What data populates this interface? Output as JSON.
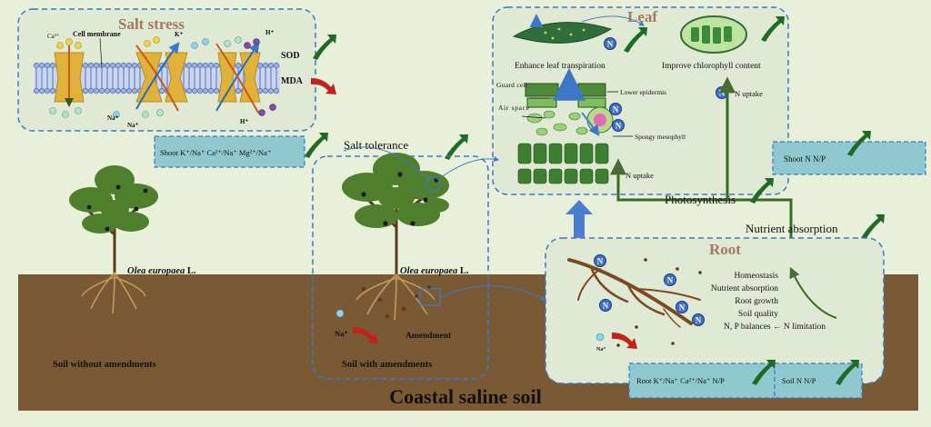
{
  "salt_stress": {
    "title": "Salt stress",
    "cell_membrane": "Cell membrane",
    "ca": "Ca²⁺",
    "k": "K⁺",
    "na1": "Na⁺",
    "na2": "Na⁺",
    "h1": "H⁺",
    "h2": "H⁺",
    "sod": "SOD",
    "mda": "MDA"
  },
  "shoot_ions": "Shoot K⁺/Na⁺  Ca²⁺/Na⁺  Mg²⁺/Na⁺",
  "salt_tolerance": "Salt tolerance",
  "leaf": {
    "title": "Leaf",
    "transpiration": "Enhance leaf transpiration",
    "chlorophyll": "Improve chlorophyll content",
    "guard_cell": "Guard cell",
    "air_space": "Air space",
    "lower_epidermis": "Lower epidermis",
    "spongy": "Spongy mesophyll",
    "n_uptake_1": "N uptake",
    "n_uptake_2": "N uptake",
    "n_symbol": "N"
  },
  "shoot_np": "Shoot N  N/P",
  "photosynthesis": "Photosynthesis",
  "nutrient_absorption": "Nutrient absorption",
  "root": {
    "title": "Root",
    "items": [
      "Homeostasis",
      "Nutrient absorption",
      "Root growth",
      "Soil quality"
    ],
    "balance": "N, P balances ← N limitation",
    "na": "Na⁺"
  },
  "root_ions": "Root K⁺/Na⁺  Ca²⁺/Na⁺  N/P",
  "soil_np": "Soil  N  N/P",
  "species_1": "Olea europaea",
  "species_2": "Olea europaea",
  "species_suffix_1": " L.",
  "species_suffix_2": " L.",
  "soil_without": "Soil without amendments",
  "soil_with": "Soil with amendments",
  "na_soil": "Na⁺",
  "amendment": "Amendment",
  "coastal": "Coastal saline soil",
  "colors": {
    "soil": "#7a5a34",
    "box": "#dfe9d3",
    "panel": "#8fc9cf",
    "up_arrow": "#1f6a24",
    "down_arrow": "#c0221c",
    "blue_arrow": "#4a7fcf",
    "dash": "#3d78c8"
  }
}
